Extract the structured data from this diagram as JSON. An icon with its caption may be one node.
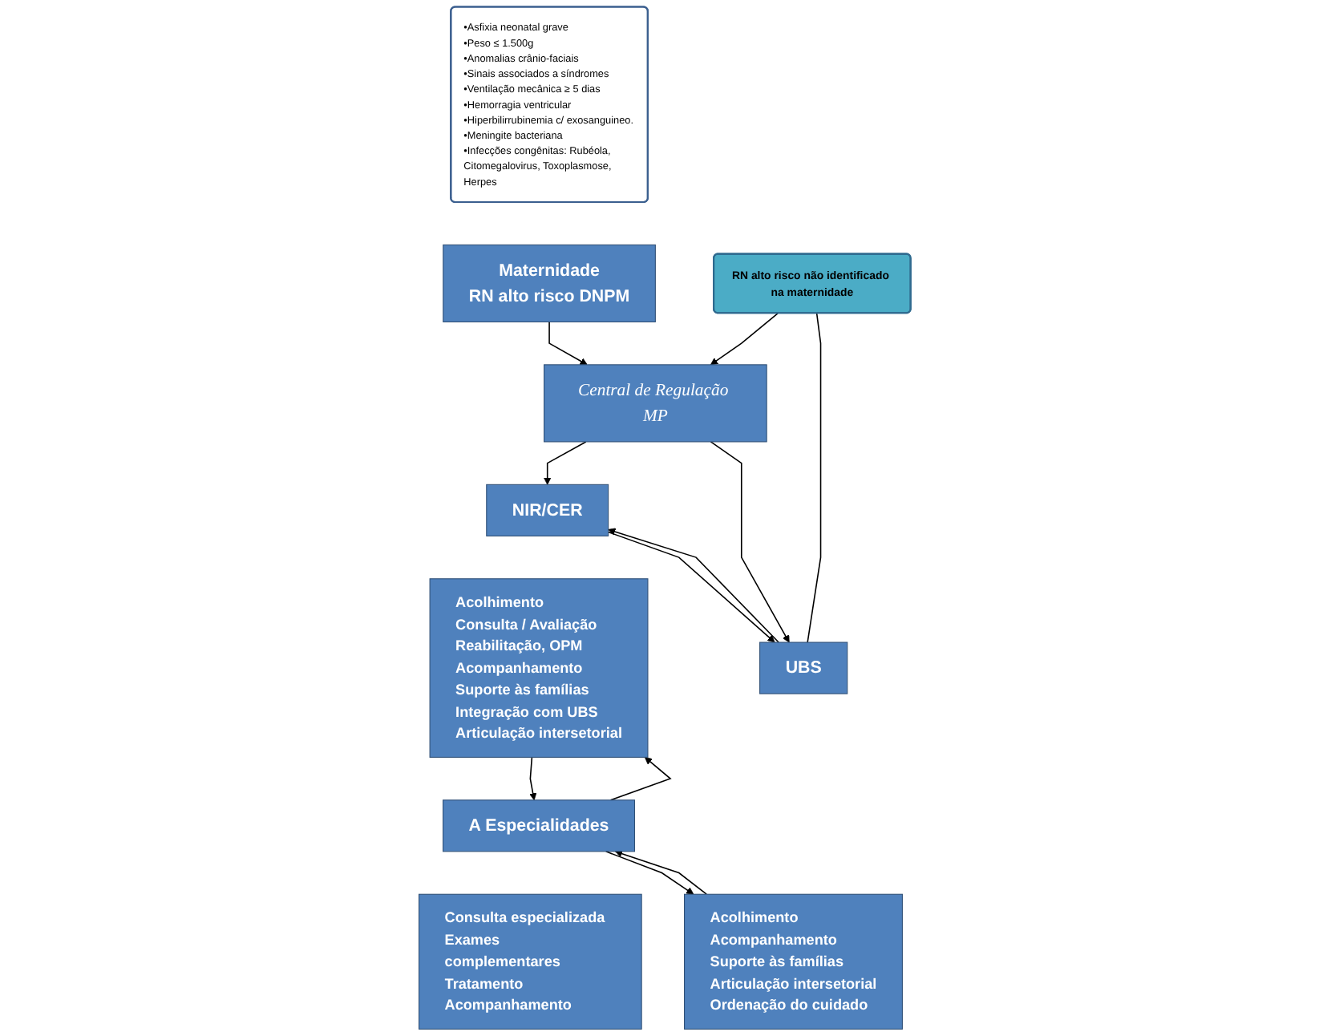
{
  "diagram": {
    "nodes": [
      {
        "text": [
          "•Asfixia neonatal grave",
          "•Peso ≤ 1.500g",
          "•Anomalias crânio-faciais",
          "•Sinais associados a síndromes",
          "•Ventilação mecânica ≥ 5 dias",
          "•Hemorragia ventricular",
          "•Hiperbilirrubinemia c/ exosanguineo.",
          "•Meningite bacteriana",
          "•Infecções congênitas: Rubéola, Citomegalovirus, Toxoplasmose, Herpes"
        ]
      },
      {
        "text": [
          "Maternidade",
          "RN alto risco DNPM"
        ]
      },
      {
        "text": [
          "Central de Regulação MP"
        ]
      },
      {
        "text": [
          "NIR/CER"
        ]
      },
      {
        "text": [
          "Acolhimento",
          "Consulta / Avaliação",
          "Reabilitação, OPM",
          "Acompanhamento",
          "Suporte às famílias",
          "Integração com UBS",
          "Articulação intersetorial"
        ]
      },
      {
        "text": [
          "UBS"
        ]
      },
      {
        "text": [
          "Acolhimento",
          "Acompanhamento",
          "Suporte às famílias",
          "Articulação intersetorial",
          "Ordenação do cuidado"
        ]
      },
      {
        "text": [
          "RN alto risco não identificado na maternidade"
        ]
      },
      {
        "text": [
          "A Especialidades"
        ]
      },
      {
        "text": [
          "Consulta especializada",
          "Exames complementares",
          "Tratamento",
          "Acompanhamento"
        ]
      }
    ],
    "edges": [
      {
        "from": 1,
        "to": 2,
        "arrow": "to"
      },
      {
        "from": 2,
        "to": 3,
        "arrow": "to"
      },
      {
        "from": 2,
        "to": 5,
        "arrow": "to"
      },
      {
        "from": 3,
        "to": 5,
        "arrow": "to"
      },
      {
        "from": 5,
        "to": 3,
        "arrow": "to"
      },
      {
        "from": 7,
        "to": 2,
        "arrow": "to"
      },
      {
        "from": 7,
        "to": 5,
        "arrow": "none"
      },
      {
        "from": 4,
        "to": 8,
        "arrow": "to"
      },
      {
        "from": 6,
        "to": 8,
        "arrow": "to"
      },
      {
        "from": 8,
        "to": 4,
        "arrow": "to"
      },
      {
        "from": 8,
        "to": 6,
        "arrow": "to"
      }
    ]
  }
}
